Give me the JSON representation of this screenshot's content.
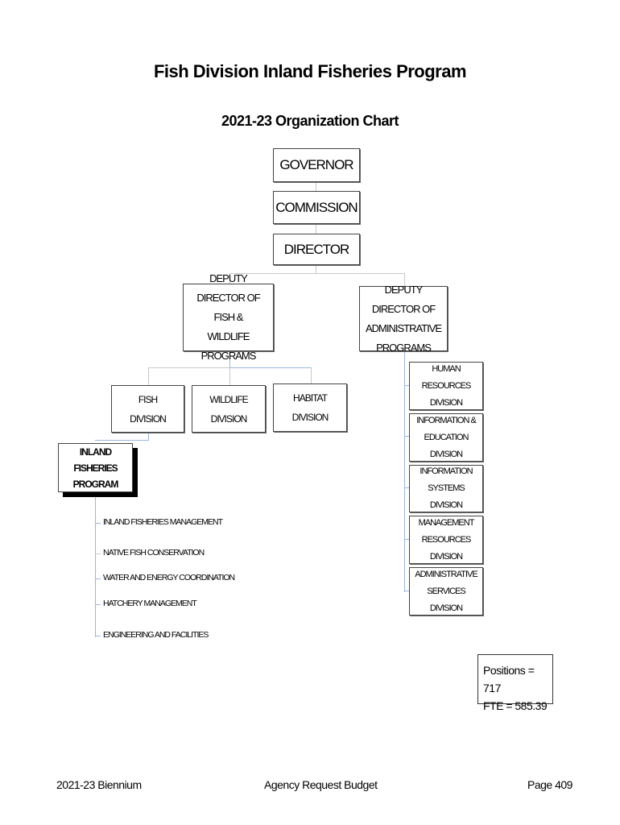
{
  "title": "Fish Division Inland Fisheries Program",
  "subtitle": "2021-23 Organization Chart",
  "top": [
    "GOVERNOR",
    "COMMISSION",
    "DIRECTOR"
  ],
  "deputies": [
    "DEPUTY DIRECTOR OF FISH & WILDLIFE PROGRAMS",
    "DEPUTY DIRECTOR OF ADMINISTRATIVE PROGRAMS"
  ],
  "divisions": [
    "FISH DIVISION",
    "WILDLIFE DIVISION",
    "HABITAT DIVISION"
  ],
  "program": "INLAND FISHERIES PROGRAM",
  "program_items": [
    "INLAND FISHERIES MANAGEMENT",
    "NATIVE FISH CONSERVATION",
    "WATER AND ENERGY COORDINATION",
    "HATCHERY MANAGEMENT",
    "ENGINEERING AND FACILITIES"
  ],
  "admin_divisions": [
    "HUMAN RESOURCES DIVISION",
    "INFORMATION & EDUCATION DIVISION",
    "INFORMATION SYSTEMS DIVISION",
    "MANAGEMENT RESOURCES DIVISION",
    "ADMINISTRATIVE SERVICES DIVISION"
  ],
  "stats": {
    "positions": "Positions = 717",
    "fte": "FTE = 585.39"
  },
  "footer": {
    "left": "2021-23 Biennium",
    "center": "Agency Request Budget",
    "right": "Page 409"
  }
}
